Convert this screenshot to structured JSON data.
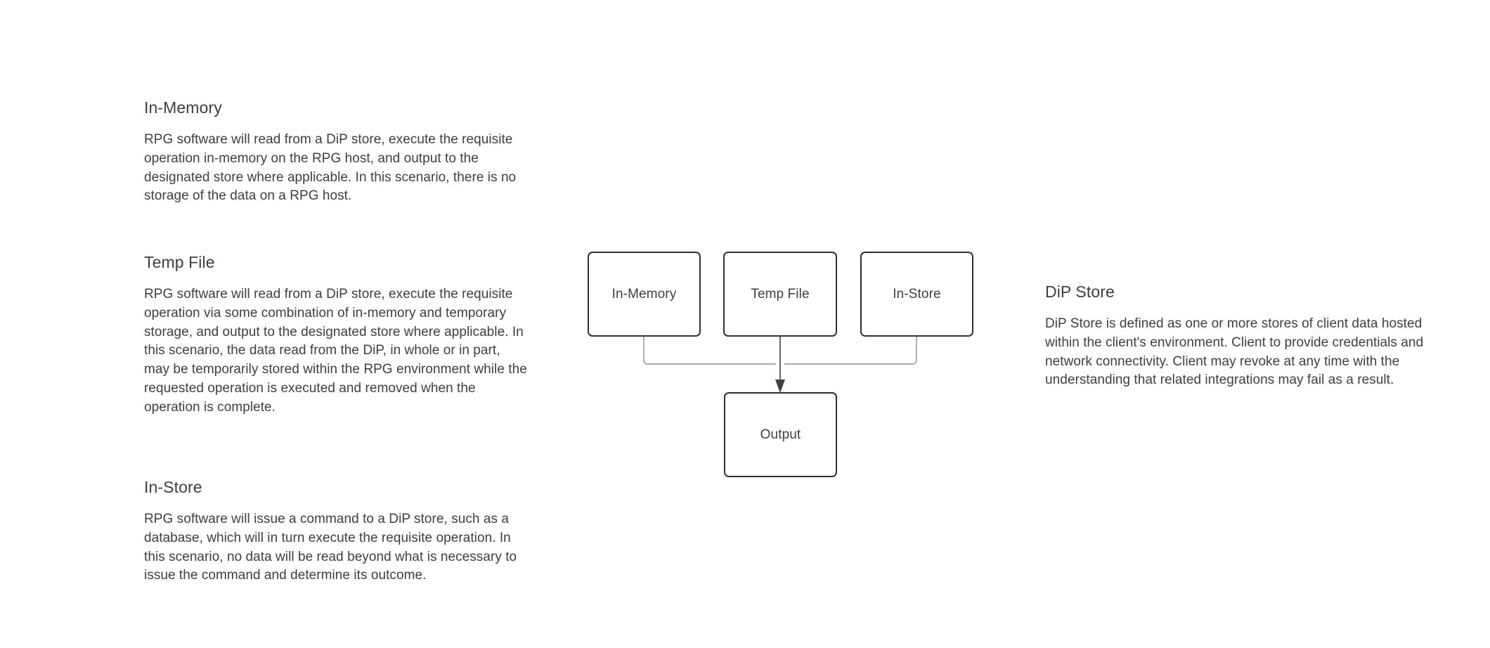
{
  "page": {
    "background_color": "#ffffff",
    "text_color": "#3a4049"
  },
  "sections": {
    "in_memory": {
      "heading": "In-Memory",
      "body": "RPG software will read from a DiP store, execute the requisite operation in-memory on the RPG host, and output to the designated store where applicable. In this scenario, there is no storage of the data on a RPG host."
    },
    "temp_file": {
      "heading": "Temp File",
      "body": "RPG software will read from a DiP store, execute the requisite operation via some combination of in-memory and temporary storage, and output to the designated store where applicable. In this scenario, the data read from the DiP, in whole or in part, may be temporarily stored within the RPG environment while the requested operation is executed and removed when the operation is complete."
    },
    "in_store": {
      "heading": "In-Store",
      "body": "RPG software will issue a command to a DiP store, such as a database, which will in turn execute the requisite operation. In this scenario, no data will be read beyond what is necessary to issue the command and determine its outcome."
    },
    "dip_store": {
      "heading": "DiP Store",
      "body": "DiP Store is defined as one or more stores of client data hosted within the client's environment. Client to provide credentials and network connectivity. Client may revoke at any time with the understanding that related integrations may fail as a result."
    }
  },
  "diagram": {
    "type": "flowchart",
    "node_border_color": "#2b303b",
    "node_fill_color": "#ffffff",
    "edge_color": "#8a8f99",
    "arrow_color": "#3a4049",
    "nodes": [
      {
        "id": "in-memory",
        "label": "In-Memory",
        "row": "top",
        "column": 1
      },
      {
        "id": "temp-file",
        "label": "Temp File",
        "row": "top",
        "column": 2
      },
      {
        "id": "in-store",
        "label": "In-Store",
        "row": "top",
        "column": 3
      },
      {
        "id": "output",
        "label": "Output",
        "row": "bottom",
        "column": 2
      }
    ],
    "edges": [
      {
        "from": "in-memory",
        "to": "output",
        "style": "orthogonal",
        "arrowhead": true
      },
      {
        "from": "temp-file",
        "to": "output",
        "style": "straight",
        "arrowhead": true
      },
      {
        "from": "in-store",
        "to": "output",
        "style": "orthogonal",
        "arrowhead": true
      }
    ]
  }
}
